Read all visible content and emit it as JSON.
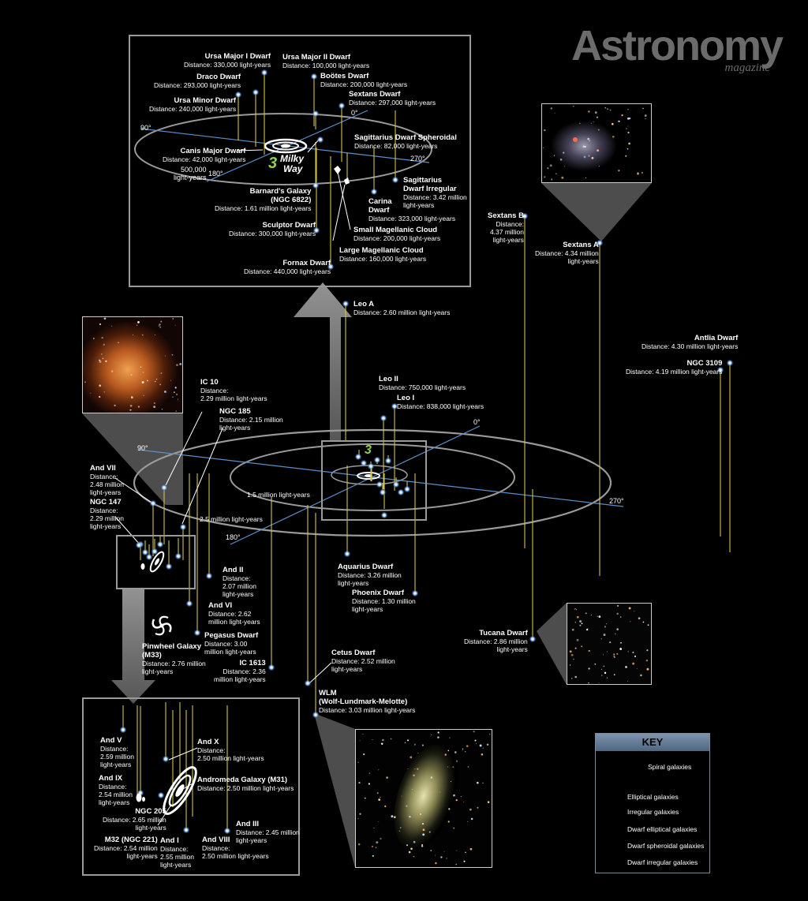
{
  "brand": {
    "title": "Astronomy",
    "subtitle": "magazine"
  },
  "top_panel": {
    "milky_way_number": "3",
    "milky_way_label_1": "Milky",
    "milky_way_label_2": "Way",
    "axes": {
      "a0": "0°",
      "a90": "90°",
      "a180": "180°",
      "a270": "270°",
      "ring": "500,000",
      "ring2": "light-years"
    },
    "labels": {
      "ursa_major_i": {
        "name": "Ursa Major I Dwarf",
        "dist": "Distance:  330,000 light-years"
      },
      "ursa_major_ii": {
        "name": "Ursa Major II Dwarf",
        "dist": "Distance: 100,000 light-years"
      },
      "draco": {
        "name": "Draco Dwarf",
        "dist": "Distance: 293,000 light-years"
      },
      "bootes": {
        "name": "Boötes Dwarf",
        "dist": "Distance: 200,000 light-years"
      },
      "ursa_minor": {
        "name": "Ursa Minor Dwarf",
        "dist": "Distance: 240,000 light-years"
      },
      "sextans_dwarf": {
        "name": "Sextans Dwarf",
        "dist": "Distance: 297,000 light-years"
      },
      "sagittarius_sph": {
        "name": "Sagittarius Dwarf Spheroidal",
        "dist": "Distance: 82,000 light-years"
      },
      "canis_major": {
        "name": "Canis Major Dwarf",
        "dist": "Distance: 42,000 light-years"
      },
      "sagittarius_irr": {
        "name": "Sagittarius\nDwarf Irregular",
        "dist": "Distance: 3.42 million\nlight-years"
      },
      "barnards": {
        "name": "Barnard's Galaxy\n(NGC 6822)",
        "dist": "Distance: 1.61 million light-years"
      },
      "carina": {
        "name": "Carina\nDwarf",
        "dist": "Distance: 323,000 light-years"
      },
      "sculptor": {
        "name": "Sculptor Dwarf",
        "dist": "Distance: 300,000 light-years"
      },
      "smc": {
        "name": "Small Magellanic Cloud",
        "dist": "Distance: 200,000 light-years"
      },
      "lmc": {
        "name": "Large Magellanic Cloud",
        "dist": "Distance: 160,000 light-years"
      },
      "fornax": {
        "name": "Fornax Dwarf",
        "dist": "Distance: 440,000 light-years"
      }
    }
  },
  "main": {
    "milky_way_number": "3",
    "axes": {
      "a0": "0°",
      "a90": "90°",
      "a180": "180°",
      "a270": "270°",
      "ring1": "1.5 million light-years",
      "ring2": "2.5 million light-years"
    },
    "labels": {
      "sextans_b": {
        "name": "Sextans B",
        "dist": "Distance:\n4.37 million\nlight-years"
      },
      "sextans_a": {
        "name": "Sextans A",
        "dist": "Distance: 4.34 million\nlight-years"
      },
      "leo_a": {
        "name": "Leo A",
        "dist": "Distance: 2.60 million light-years"
      },
      "antlia": {
        "name": "Antlia Dwarf",
        "dist": "Distance: 4.30 million light-years"
      },
      "ngc3109": {
        "name": "NGC 3109",
        "dist": "Distance: 4.19 million light-years"
      },
      "ic10": {
        "name": "IC 10",
        "dist": "Distance:\n2.29 million light-years"
      },
      "ngc185": {
        "name": "NGC 185",
        "dist": "Distance: 2.15 million\nlight-years"
      },
      "leo_ii": {
        "name": "Leo II",
        "dist": "Distance: 750,000 light-years"
      },
      "leo_i": {
        "name": "Leo I",
        "dist": "Distance: 838,000 light-years"
      },
      "and_vii": {
        "name": "And VII",
        "dist": "Distance:\n2.48 million\nlight-years"
      },
      "ngc147": {
        "name": "NGC 147",
        "dist": "Distance:\n2.29 million\nlight-years"
      },
      "and_ii": {
        "name": "And II",
        "dist": "Distance:\n2.07 million\nlight-years"
      },
      "aquarius": {
        "name": "Aquarius Dwarf",
        "dist": "Distance: 3.26 million\nlight-years"
      },
      "phoenix": {
        "name": "Phoenix Dwarf",
        "dist": "Distance: 1.30 million\nlight-years"
      },
      "and_vi": {
        "name": "And VI",
        "dist": "Distance: 2.62\nmillion light-years"
      },
      "tucana": {
        "name": "Tucana Dwarf",
        "dist": "Distance: 2.86 million\nlight-years"
      },
      "pegasus": {
        "name": "Pegasus Dwarf",
        "dist": "Distance: 3.00\nmillion light-years"
      },
      "pinwheel": {
        "name": "Pinwheel Galaxy\n(M33)",
        "dist": "Distance: 2.76 million\nlight-years"
      },
      "ic1613": {
        "name": "IC 1613",
        "dist": "Distance: 2.36\nmillion light-years"
      },
      "cetus": {
        "name": "Cetus Dwarf",
        "dist": "Distance: 2.52 million\nlight-years"
      },
      "wlm": {
        "name": "WLM\n(Wolf-Lundmark-Melotte)",
        "dist": "Distance: 3.03 million light-years"
      }
    }
  },
  "bottom_panel": {
    "labels": {
      "and_v": {
        "name": "And V",
        "dist": "Distance:\n2.59 million\nlight-years"
      },
      "and_x": {
        "name": "And X",
        "dist": "Distance:\n2.50 million light-years"
      },
      "and_ix": {
        "name": "And IX",
        "dist": "Distance:\n2.54 million\nlight-years"
      },
      "m31": {
        "name": "Andromeda Galaxy (M31)",
        "dist": "Distance: 2.50 million light-years"
      },
      "ngc205": {
        "name": "NGC 205",
        "dist": "Distance: 2.65 million\nlight-years"
      },
      "and_iii": {
        "name": "And III",
        "dist": "Distance: 2.45 million\nlight-years"
      },
      "m32": {
        "name": "M32 (NGC 221)",
        "dist": "Distance: 2.54 million\nlight-years"
      },
      "and_i": {
        "name": "And I",
        "dist": "Distance:\n2.55 million\nlight-years"
      },
      "and_viii": {
        "name": "And VIII",
        "dist": "Distance:\n2.50 million light-years"
      }
    }
  },
  "key": {
    "title": "KEY",
    "items": [
      {
        "label": "Spiral galaxies",
        "icon": "spiral-galaxy-icon"
      },
      {
        "label": "Elliptical galaxies",
        "icon": "elliptical-galaxy-icon"
      },
      {
        "label": "Irregular galaxies",
        "icon": "irregular-galaxy-icon"
      },
      {
        "label": "Dwarf elliptical galaxies",
        "icon": "dwarf-elliptical-icon"
      },
      {
        "label": "Dwarf spheroidal galaxies",
        "icon": "dwarf-spheroidal-icon"
      },
      {
        "label": "Dwarf irregular galaxies",
        "icon": "dwarf-irregular-icon"
      }
    ]
  },
  "colors": {
    "background": "#000000",
    "stem": "#d4c24a",
    "ring": "#9a9a9a",
    "axis": "#5b8fc9",
    "milky_way_number": "#8fd14f",
    "panel_border": "#9a9a9a"
  }
}
